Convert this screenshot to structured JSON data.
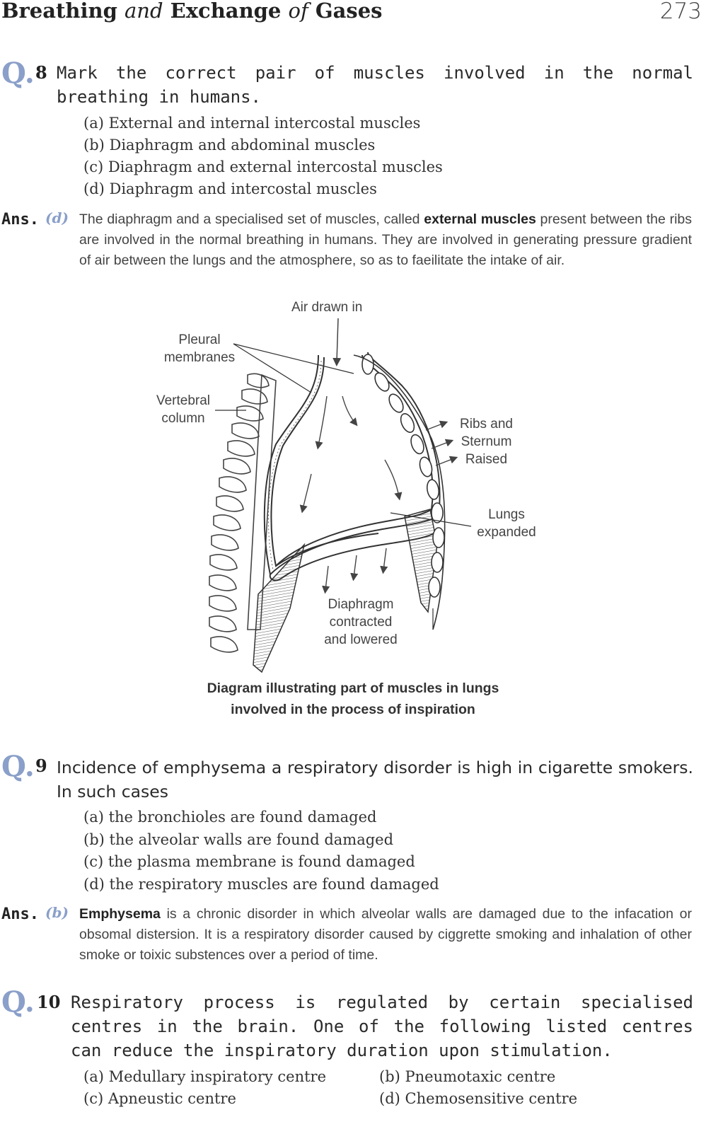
{
  "header": {
    "title_part1": "Breathing",
    "title_part2": "and",
    "title_part3": "Exchange",
    "title_part4": "of",
    "title_part5": "Gases",
    "page_number": "273"
  },
  "q8": {
    "mark": "Q.",
    "number": "8",
    "text": "Mark the correct pair of muscles involved in the normal breathing in humans.",
    "options": [
      "(a) External and internal intercostal muscles",
      "(b) Diaphragm and abdominal muscles",
      "(c) Diaphragm and external intercostal muscles",
      "(d) Diaphragm and intercostal muscles"
    ],
    "ans_label": "Ans.",
    "ans_key": "(d)",
    "ans_pre": "The diaphragm and a specialised set of muscles, called",
    "ans_bold": "external muscles",
    "ans_post": "present between the ribs are involved in the normal breathing in humans. They are involved in generating pressure gradient of air between the lungs and the atmosphere, so as to faeilitate the intake of air."
  },
  "diagram": {
    "labels": {
      "air": "Air drawn in",
      "pleural_1": "Pleural",
      "pleural_2": "membranes",
      "vertebral_1": "Vertebral",
      "vertebral_2": "column",
      "ribs_1": "Ribs and",
      "ribs_2": "Sternum",
      "ribs_3": "Raised",
      "lungs_1": "Lungs",
      "lungs_2": "expanded",
      "dia_1": "Diaphragm",
      "dia_2": "contracted",
      "dia_3": "and lowered"
    },
    "caption_1": "Diagram illustrating part of muscles in lungs",
    "caption_2": "involved in the process of inspiration"
  },
  "q9": {
    "mark": "Q.",
    "number": "9",
    "text": "Incidence of emphysema a respiratory disorder is high in cigarette smokers. In such cases",
    "options": [
      "(a) the bronchioles are found damaged",
      "(b) the alveolar walls are found damaged",
      "(c) the plasma membrane is found damaged",
      "(d) the respiratory muscles are found damaged"
    ],
    "ans_label": "Ans.",
    "ans_key": "(b)",
    "ans_bold": "Emphysema",
    "ans_post": "is a chronic disorder in which alveolar walls are damaged due to the infacation or obsomal distersion. It is a respiratory disorder caused by ciggrette smoking and inhalation of other smoke or toixic substences over a period of time."
  },
  "q10": {
    "mark": "Q.",
    "number": "10",
    "text": "Respiratory process is regulated by certain specialised centres in the brain. One of the following listed centres can reduce the inspiratory duration upon stimulation.",
    "options": [
      "(a) Medullary inspiratory centre",
      "(b) Pneumotaxic centre",
      "(c) Apneustic centre",
      "(d) Chemosensitive centre"
    ]
  }
}
